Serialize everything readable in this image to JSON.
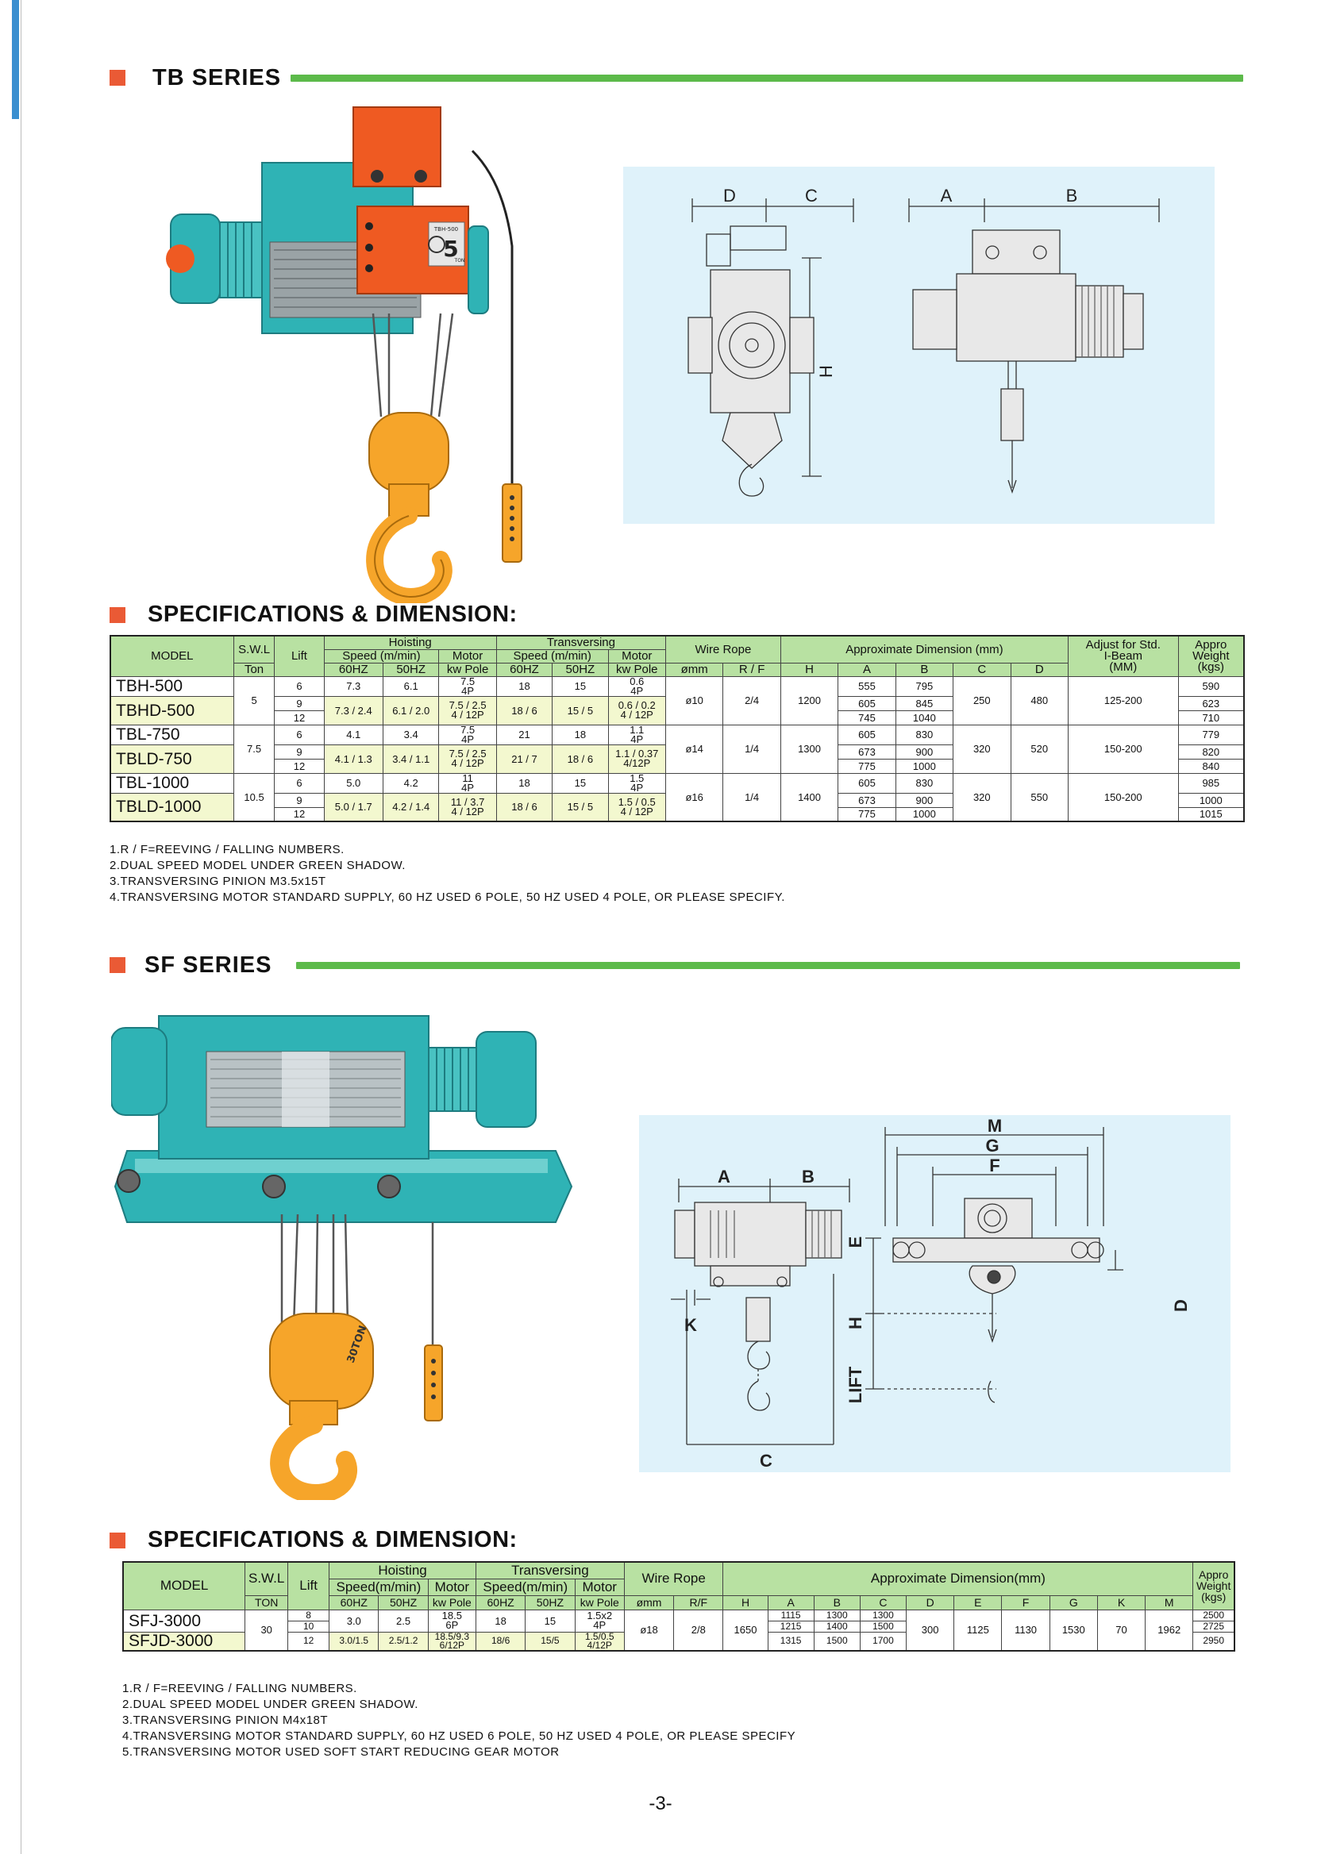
{
  "tb": {
    "series_title": "TB SERIES",
    "spec_title": "SPECIFICATIONS & DIMENSION:",
    "product_label_line1": "TBH-500",
    "product_label_num": "5",
    "product_label_unit": "TON",
    "drawing_labels": {
      "d": "D",
      "c": "C",
      "a": "A",
      "b": "B",
      "h": "H"
    },
    "headers": {
      "model": "MODEL",
      "swl": "S.W.L",
      "ton": "Ton",
      "lift": "Lift",
      "hoisting": "Hoisting",
      "transversing": "Transversing",
      "speed": "Speed (m/min)",
      "motor": "Motor",
      "kw_pole": "kw Pole",
      "hz60": "60HZ",
      "hz50": "50HZ",
      "wire_rope": "Wire Rope",
      "dia": "ømm",
      "rf": "R / F",
      "approx_dim": "Approximate Dimension (mm)",
      "h": "H",
      "a": "A",
      "b": "B",
      "c": "C",
      "d": "D",
      "adjust_line1": "Adjust for Std.",
      "adjust_line2": "I-Beam",
      "adjust_line3": "(MM)",
      "weight_line1": "Appro",
      "weight_line2": "Weight",
      "weight_line3": "(kgs)"
    },
    "groups": [
      {
        "model_single": "TBH-500",
        "model_dual": "TBHD-500",
        "swl": "5",
        "lift": [
          "6",
          "9",
          "12"
        ],
        "hoist_single": {
          "s60": "7.3",
          "s50": "6.1",
          "motor_line1": "7.5",
          "motor_line2": "4P"
        },
        "hoist_dual": {
          "s60": "7.3 / 2.4",
          "s50": "6.1 / 2.0",
          "motor_line1": "7.5 / 2.5",
          "motor_line2": "4 / 12P"
        },
        "trans_single": {
          "s60": "18",
          "s50": "15",
          "motor_line1": "0.6",
          "motor_line2": "4P"
        },
        "trans_dual": {
          "s60": "18 / 6",
          "s50": "15 / 5",
          "motor_line1": "0.6 / 0.2",
          "motor_line2": "4 / 12P"
        },
        "rope_dia": "ø10",
        "rf": "2/4",
        "h": "1200",
        "a": [
          "555",
          "605",
          "745"
        ],
        "b": [
          "795",
          "845",
          "1040"
        ],
        "c": "250",
        "d": "480",
        "beam": "125-200",
        "weight": [
          "590",
          "623",
          "710"
        ]
      },
      {
        "model_single": "TBL-750",
        "model_dual": "TBLD-750",
        "swl": "7.5",
        "lift": [
          "6",
          "9",
          "12"
        ],
        "hoist_single": {
          "s60": "4.1",
          "s50": "3.4",
          "motor_line1": "7.5",
          "motor_line2": "4P"
        },
        "hoist_dual": {
          "s60": "4.1 / 1.3",
          "s50": "3.4 / 1.1",
          "motor_line1": "7.5 / 2.5",
          "motor_line2": "4 / 12P"
        },
        "trans_single": {
          "s60": "21",
          "s50": "18",
          "motor_line1": "1.1",
          "motor_line2": "4P"
        },
        "trans_dual": {
          "s60": "21 / 7",
          "s50": "18 / 6",
          "motor_line1": "1.1 / 0.37",
          "motor_line2": "4/12P"
        },
        "rope_dia": "ø14",
        "rf": "1/4",
        "h": "1300",
        "a": [
          "605",
          "673",
          "775"
        ],
        "b": [
          "830",
          "900",
          "1000"
        ],
        "c": "320",
        "d": "520",
        "beam": "150-200",
        "weight": [
          "779",
          "820",
          "840"
        ]
      },
      {
        "model_single": "TBL-1000",
        "model_dual": "TBLD-1000",
        "swl": "10.5",
        "lift": [
          "6",
          "9",
          "12"
        ],
        "hoist_single": {
          "s60": "5.0",
          "s50": "4.2",
          "motor_line1": "11",
          "motor_line2": "4P"
        },
        "hoist_dual": {
          "s60": "5.0 / 1.7",
          "s50": "4.2 / 1.4",
          "motor_line1": "11 / 3.7",
          "motor_line2": "4 / 12P"
        },
        "trans_single": {
          "s60": "18",
          "s50": "15",
          "motor_line1": "1.5",
          "motor_line2": "4P"
        },
        "trans_dual": {
          "s60": "18 / 6",
          "s50": "15 / 5",
          "motor_line1": "1.5 / 0.5",
          "motor_line2": "4 / 12P"
        },
        "rope_dia": "ø16",
        "rf": "1/4",
        "h": "1400",
        "a": [
          "605",
          "673",
          "775"
        ],
        "b": [
          "830",
          "900",
          "1000"
        ],
        "c": "320",
        "d": "550",
        "beam": "150-200",
        "weight": [
          "985",
          "1000",
          "1015"
        ]
      }
    ],
    "notes": [
      "1.R / F=REEVING / FALLING NUMBERS.",
      "2.DUAL SPEED MODEL UNDER GREEN SHADOW.",
      "3.TRANSVERSING PINION  M3.5x15T",
      "4.TRANSVERSING MOTOR STANDARD SUPPLY, 60 HZ USED 6 POLE, 50 HZ USED 4 POLE, OR PLEASE SPECIFY."
    ]
  },
  "sf": {
    "series_title": "SF SERIES",
    "spec_title": "SPECIFICATIONS & DIMENSION:",
    "product_label": "30TON",
    "drawing_labels": {
      "a": "A",
      "b": "B",
      "k": "K",
      "c": "C",
      "m": "M",
      "g": "G",
      "f": "F",
      "e": "E",
      "d": "D",
      "h": "H",
      "lift": "LIFT"
    },
    "headers": {
      "model": "MODEL",
      "swl": "S.W.L",
      "ton": "TON",
      "lift": "Lift",
      "hoisting": "Hoisting",
      "transversing": "Transversing",
      "speed": "Speed(m/min)",
      "motor": "Motor",
      "kw_pole": "kw Pole",
      "hz60": "60HZ",
      "hz50": "50HZ",
      "wire_rope": "Wire Rope",
      "dia": "ømm",
      "rf": "R/F",
      "approx_dim": "Approximate Dimension(mm)",
      "h": "H",
      "a": "A",
      "b": "B",
      "c": "C",
      "d": "D",
      "e": "E",
      "f": "F",
      "g": "G",
      "k": "K",
      "m": "M",
      "weight_line1": "Appro",
      "weight_line2": "Weight",
      "weight_line3": "(kgs)"
    },
    "row": {
      "model_single": "SFJ-3000",
      "model_dual": "SFJD-3000",
      "swl": "30",
      "lift": [
        "8",
        "10",
        "12"
      ],
      "hoist_single": {
        "s60": "3.0",
        "s50": "2.5",
        "motor_line1": "18.5",
        "motor_line2": "6P"
      },
      "hoist_dual": {
        "s60": "3.0/1.5",
        "s50": "2.5/1.2",
        "motor_line1": "18.5/9.3",
        "motor_line2": "6/12P"
      },
      "trans_single": {
        "s60": "18",
        "s50": "15",
        "motor_line1": "1.5x2",
        "motor_line2": "4P"
      },
      "trans_dual": {
        "s60": "18/6",
        "s50": "15/5",
        "motor_line1": "1.5/0.5",
        "motor_line2": "4/12P"
      },
      "rope_dia": "ø18",
      "rf": "2/8",
      "h": "1650",
      "a": [
        "1115",
        "1215",
        "1315"
      ],
      "b": [
        "1300",
        "1400",
        "1500"
      ],
      "c": [
        "1300",
        "1500",
        "1700"
      ],
      "d": "300",
      "e": "1125",
      "f": "1130",
      "g": "1530",
      "k": "70",
      "m": "1962",
      "weight": [
        "2500",
        "2725",
        "2950"
      ]
    },
    "notes": [
      "1.R / F=REEVING / FALLING NUMBERS.",
      "2.DUAL SPEED MODEL UNDER GREEN SHADOW.",
      "3.TRANSVERSING PINION  M4x18T",
      "4.TRANSVERSING MOTOR STANDARD SUPPLY, 60 HZ USED 6 POLE, 50 HZ USED 4 POLE, OR PLEASE SPECIFY",
      "5.TRANSVERSING MOTOR USED SOFT START REDUCING GEAR MOTOR"
    ]
  },
  "page_number": "-3-",
  "colors": {
    "accent_square": "#ea5a35",
    "series_rule": "#5cba4a",
    "header_green": "#b8e1a2",
    "dual_shade": "#f3f8cf",
    "drawing_bg": "#dff2fa",
    "hoist_teal": "#2fb3b5",
    "hoist_orange": "#ef5a22",
    "hook_yellow": "#f6a52a"
  }
}
